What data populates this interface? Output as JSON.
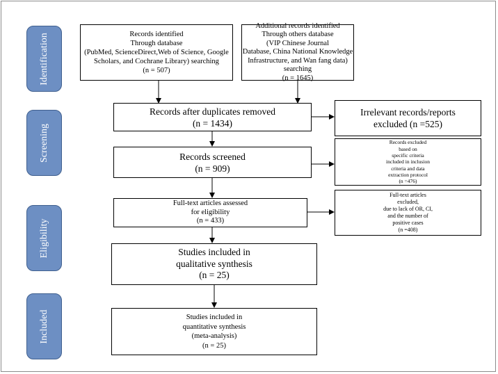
{
  "stages": [
    "Identification",
    "Screening",
    "Eligibility",
    "Included"
  ],
  "boxes": {
    "records_identified": [
      "Records identified",
      "Through database",
      "(PubMed, ScienceDirect,Web of Science, Google",
      "Scholars, and Cochrane Library) searching",
      "(n = 507)"
    ],
    "additional_records": [
      "Additional records identified",
      "Through others database",
      "(VIP Chinese Journal",
      "Database, China National Knowledge",
      "Infrastructure, and Wan fang data) searching",
      "(n = 1645)"
    ],
    "duplicates_removed": [
      "Records after duplicates removed",
      "(n = 1434)"
    ],
    "irrelevant_excluded": [
      "Irrelevant records/reports",
      "excluded (n =525)"
    ],
    "records_screened": [
      "Records screened",
      "(n = 909)"
    ],
    "records_excluded": [
      "Records excluded",
      "based on",
      "specific criteria",
      "included in inclusion",
      "criteria and data",
      "extraction protocol",
      "(n =476)"
    ],
    "fulltext_assessed": [
      "Full-text articles assessed",
      "for eligibility",
      "(n = 433)"
    ],
    "fulltext_excluded": [
      "Full-text articles",
      "excluded,",
      "due to lack of OR, CI,",
      "and the number of",
      "positive cases",
      "(n =408)"
    ],
    "qualitative": [
      "Studies included in",
      "qualitative synthesis",
      "(n = 25)"
    ],
    "quantitative": [
      "Studies included in",
      "quantitative synthesis",
      "(meta-analysis)",
      "(n = 25)"
    ]
  },
  "colors": {
    "stage_fill": "#6d8fc3",
    "stage_border": "#3f5f8e",
    "stage_text": "#ffffff",
    "box_border": "#000000"
  }
}
